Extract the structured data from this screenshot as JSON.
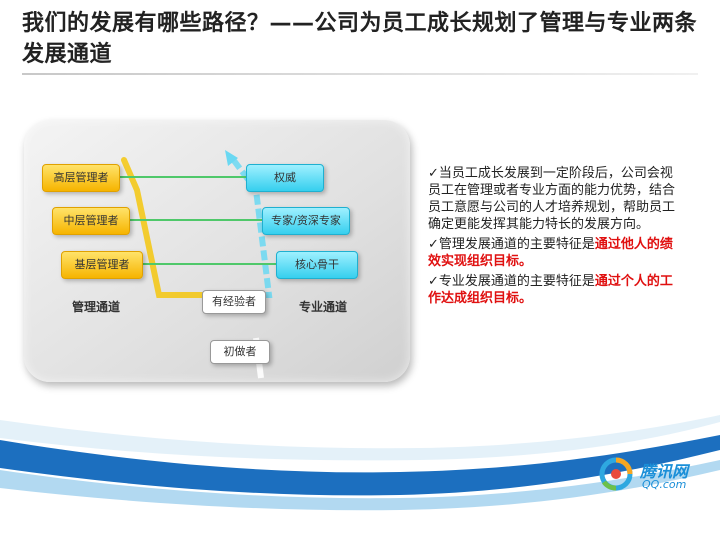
{
  "title": "我们的发展有哪些路径？——公司为员工成长规划了管理与专业两条发展通道",
  "diagram": {
    "management": [
      "高层管理者",
      "中层管理者",
      "基层管理者"
    ],
    "specialist": [
      "权威",
      "专家/资深专家",
      "核心骨干"
    ],
    "experienced": "有经验者",
    "beginner": "初做者",
    "management_lane": "管理通道",
    "specialist_lane": "专业通道"
  },
  "description": {
    "p1": "✓当员工成长发展到一定阶段后，公司会视员工在管理或者专业方面的能力优势，结合员工意愿与公司的人才培养规划，帮助员工确定更能发挥其能力特长的发展方向。",
    "p2_normal": "✓管理发展通道的主要特征是",
    "p2_red": "通过他人的绩效实现组织目标。",
    "p3_normal": "✓专业发展通道的主要特征是",
    "p3_red": "通过个人的工作达成组织目标。"
  },
  "logo": {
    "name": "腾讯网",
    "domain": "QQ.com"
  },
  "colors": {
    "accent_red": "#e01010",
    "management_box": "#f6b400",
    "specialist_box": "#36cfee",
    "connector": "#4fc86a"
  }
}
